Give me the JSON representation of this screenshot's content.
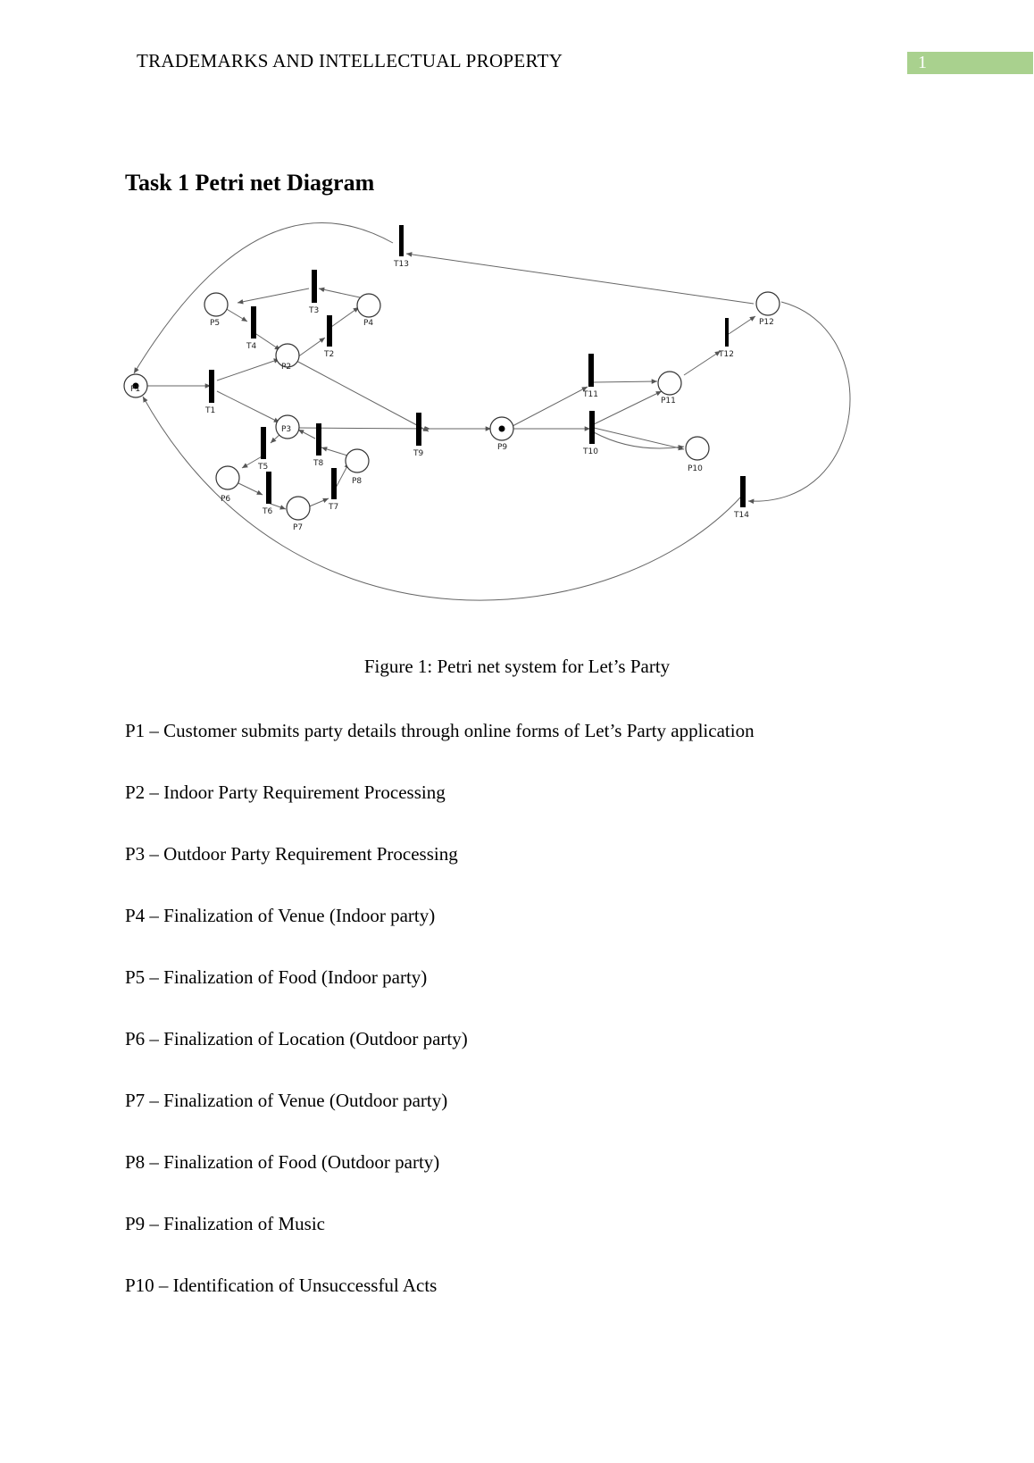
{
  "header": {
    "running_title": "TRADEMARKS AND INTELLECTUAL PROPERTY",
    "page_number": "1"
  },
  "section": {
    "heading": "Task 1 Petri net Diagram"
  },
  "figure": {
    "caption": "Figure 1: Petri net system for Let’s Party",
    "places": [
      "P1",
      "P2",
      "P3",
      "P4",
      "P5",
      "P6",
      "P7",
      "P8",
      "P9",
      "P10",
      "P11",
      "P12"
    ],
    "transitions": [
      "T1",
      "T2",
      "T3",
      "T4",
      "T5",
      "T6",
      "T7",
      "T8",
      "T9",
      "T10",
      "T11",
      "T12",
      "T13",
      "T14"
    ],
    "marked_places": [
      "P1",
      "P9"
    ]
  },
  "legend": [
    "P1 – Customer submits party details through online forms of Let’s Party application",
    "P2 – Indoor Party Requirement Processing",
    "P3 – Outdoor Party Requirement Processing",
    "P4 – Finalization of Venue (Indoor party)",
    "P5 – Finalization of Food (Indoor party)",
    "P6 – Finalization of Location (Outdoor party)",
    "P7 – Finalization of Venue (Outdoor party)",
    "P8 – Finalization of Food (Outdoor party)",
    "P9 – Finalization of Music",
    "P10 – Identification of Unsuccessful Acts"
  ]
}
